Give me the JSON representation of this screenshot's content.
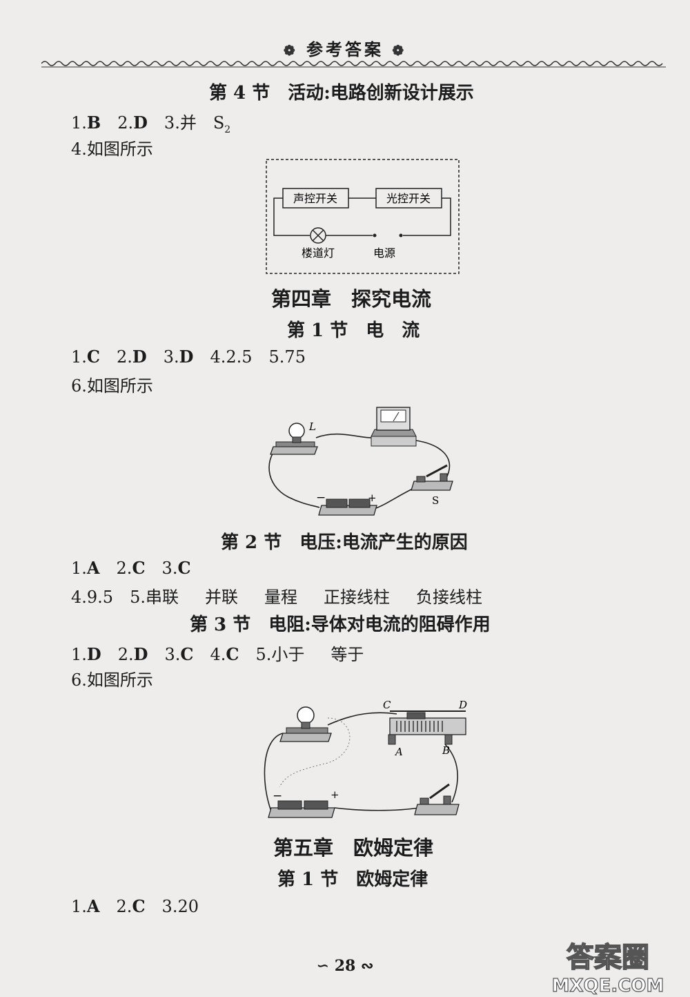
{
  "header": {
    "title": "参考答案",
    "flourish": "❁"
  },
  "section1": {
    "title": "第 4 节　活动:电路创新设计展示",
    "line1": {
      "a1": "1.",
      "a1v": "B",
      "a2": "2.",
      "a2v": "D",
      "a3": "3.并",
      "a3v": "S",
      "a3sub": "2"
    },
    "line2": "4.如图所示",
    "figure": {
      "sound_switch": "声控开关",
      "light_switch": "光控开关",
      "lamp": "楼道灯",
      "power": "电源"
    }
  },
  "chapter4": {
    "title": "第四章　探究电流"
  },
  "section4_1": {
    "title": "第 1 节　电　流",
    "line1": {
      "a1": "1.",
      "a1v": "C",
      "a2": "2.",
      "a2v": "D",
      "a3": "3.",
      "a3v": "D",
      "a4": "4.2.5",
      "a5": "5.75"
    },
    "line2": "6.如图所示",
    "figure": {
      "lamp_label": "L",
      "switch_label": "S",
      "minus": "−",
      "plus": "+"
    }
  },
  "section4_2": {
    "title": "第 2 节　电压:电流产生的原因",
    "line1": {
      "a1": "1.",
      "a1v": "A",
      "a2": "2.",
      "a2v": "C",
      "a3": "3.",
      "a3v": "C"
    },
    "line2": {
      "a4": "4.9.5",
      "a5": "5.串联",
      "w1": "并联",
      "w2": "量程",
      "w3": "正接线柱",
      "w4": "负接线柱"
    }
  },
  "section4_3": {
    "title": "第 3 节　电阻:导体对电流的阻碍作用",
    "line1": {
      "a1": "1.",
      "a1v": "D",
      "a2": "2.",
      "a2v": "D",
      "a3": "3.",
      "a3v": "C",
      "a4": "4.",
      "a4v": "C",
      "a5": "5.小于",
      "w1": "等于"
    },
    "line2": "6.如图所示",
    "figure": {
      "c": "C",
      "d": "D",
      "a": "A",
      "b": "B",
      "minus": "−",
      "plus": "+"
    }
  },
  "chapter5": {
    "title": "第五章　欧姆定律"
  },
  "section5_1": {
    "title": "第 1 节　欧姆定律",
    "line1": {
      "a1": "1.",
      "a1v": "A",
      "a2": "2.",
      "a2v": "C",
      "a3": "3.20"
    }
  },
  "page_number": "28",
  "watermark": {
    "line1": "答案圈",
    "line2": "MXQE.COM"
  }
}
